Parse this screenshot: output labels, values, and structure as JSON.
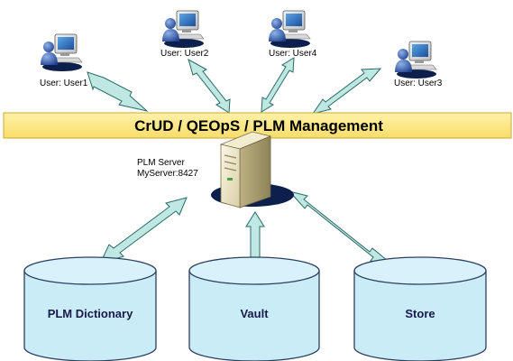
{
  "banner": {
    "title": "CrUD / QEOpS / PLM Management",
    "fill": "#fde98a"
  },
  "users": [
    {
      "label": "User: User1",
      "icon": "user-workstation-icon"
    },
    {
      "label": "User: User2",
      "icon": "user-workstation-icon"
    },
    {
      "label": "User: User4",
      "icon": "user-workstation-icon"
    },
    {
      "label": "User: User3",
      "icon": "user-workstation-icon"
    }
  ],
  "server": {
    "name": "PLM Server",
    "address": "MyServer:8427",
    "icon": "server-tower-icon"
  },
  "databases": [
    {
      "label": "PLM Dictionary",
      "icon": "database-cylinder-icon"
    },
    {
      "label": "Vault",
      "icon": "database-cylinder-icon"
    },
    {
      "label": "Store",
      "icon": "database-cylinder-icon"
    }
  ],
  "colors": {
    "arrow_fill": "#bfe8e3",
    "arrow_stroke": "#2a6a66",
    "database_fill": "#c9ecf7",
    "database_stroke": "#2d3f63"
  }
}
